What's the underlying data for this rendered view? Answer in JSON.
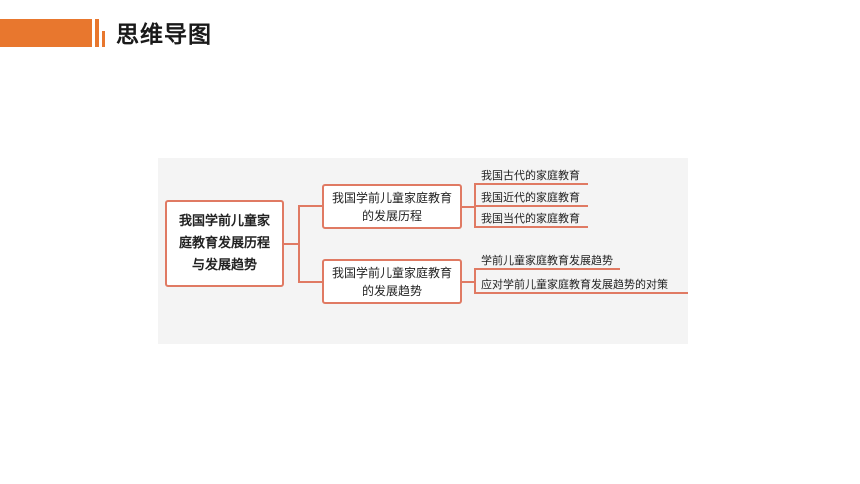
{
  "header": {
    "title": "思维导图",
    "accent_color": "#e8772e"
  },
  "mindmap": {
    "line_color": "#e07a63",
    "root": "我国学前儿童家庭教育发展历程与发展趋势",
    "branches": [
      {
        "label": "我国学前儿童家庭教育的发展历程",
        "children": [
          "我国古代的家庭教育",
          "我国近代的家庭教育",
          "我国当代的家庭教育"
        ]
      },
      {
        "label": "我国学前儿童家庭教育的发展趋势",
        "children": [
          "学前儿童家庭教育发展趋势",
          "应对学前儿童家庭教育发展趋势的对策"
        ]
      }
    ]
  }
}
